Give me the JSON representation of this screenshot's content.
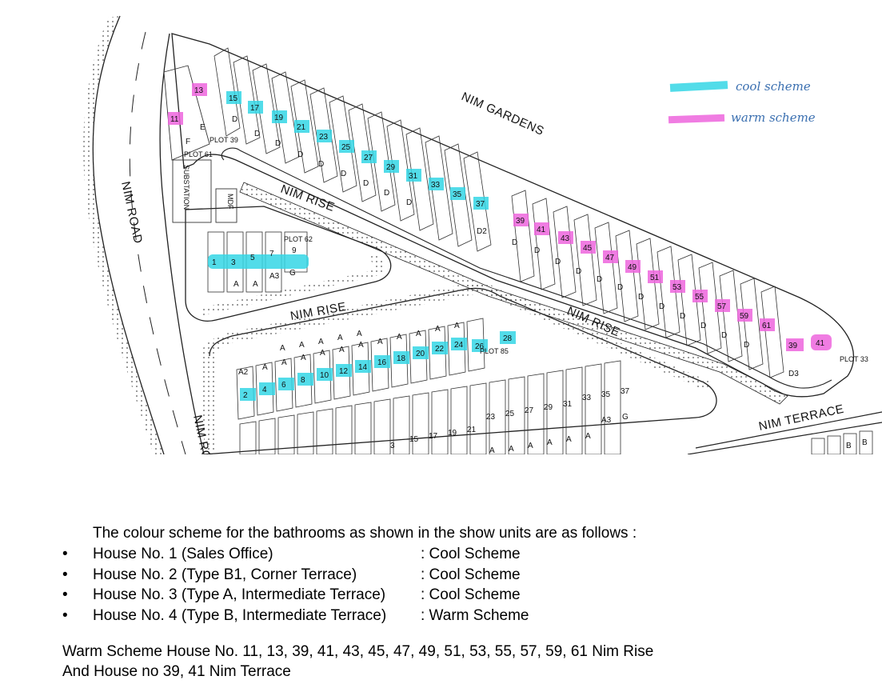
{
  "map": {
    "roads": {
      "nim_road": "NIM ROAD",
      "nim_road_cut": "NIM RO",
      "nim_gardens": "NIM GARDENS",
      "nim_rise_1": "NIM RISE",
      "nim_rise_2": "NIM RISE",
      "nim_rise_3": "NIM RISE",
      "nim_terrace": "NIM TERRACE"
    },
    "facilities": {
      "substation": "SUBSTATION",
      "mdf": "MDF"
    },
    "legend": {
      "cool_label": "cool scheme",
      "warm_label": "warm scheme",
      "cool_color": "#33d6e6",
      "warm_color": "#ee66dd"
    },
    "units": {
      "north_block_cool": [
        "15",
        "17",
        "19",
        "21",
        "23",
        "25",
        "27",
        "29",
        "31",
        "33",
        "35",
        "37"
      ],
      "north_block_warm": [
        "13",
        "11"
      ],
      "north_block_letters": [
        "E",
        "F",
        "D",
        "D",
        "D",
        "D",
        "D",
        "D",
        "D",
        "D",
        "D",
        "D2"
      ],
      "east_block_warm": [
        "39",
        "41",
        "43",
        "45",
        "47",
        "49",
        "51",
        "53",
        "55",
        "57",
        "59",
        "61",
        "39",
        "41"
      ],
      "east_block_letters": [
        "D",
        "D",
        "D",
        "D",
        "D",
        "D",
        "D",
        "D",
        "D",
        "D",
        "D",
        "D",
        "D3"
      ],
      "inner_block_cool": [
        "1",
        "3",
        "5",
        "7",
        "9"
      ],
      "inner_block_letters": [
        "A",
        "A",
        "A3",
        "G"
      ],
      "south_upper_cool": [
        "2",
        "4",
        "6",
        "8",
        "10",
        "12",
        "14",
        "16",
        "18",
        "20",
        "22",
        "24",
        "26",
        "28"
      ],
      "south_upper_letters": [
        "A2",
        "A",
        "A",
        "A",
        "A",
        "A",
        "A",
        "A",
        "A",
        "A",
        "A",
        "A",
        "A",
        "A",
        "A",
        "A",
        "A"
      ],
      "south_lower_plain": [
        "3",
        "15",
        "17",
        "19",
        "21",
        "23",
        "25",
        "27",
        "29",
        "31",
        "33",
        "35",
        "37"
      ],
      "south_lower_letters": [
        "A",
        "A",
        "A",
        "A",
        "A",
        "A",
        "A3",
        "G"
      ],
      "terrace_letters": [
        "B",
        "B"
      ],
      "plot_tags": [
        "PLOT 61",
        "PLOT 62",
        "PLOT 39",
        "PLOT 33",
        "PLOT 85"
      ]
    }
  },
  "notes": {
    "intro": "The colour scheme for the bathrooms as shown in the show units are as follows :",
    "bullet_symbol": "•",
    "items": [
      {
        "house": "House No. 1 (Sales Office)",
        "scheme": ": Cool Scheme"
      },
      {
        "house": "House No. 2 (Type B1, Corner Terrace)",
        "scheme": ": Cool Scheme"
      },
      {
        "house": "House No. 3 (Type A, Intermediate Terrace)",
        "scheme": ": Cool Scheme"
      },
      {
        "house": "House No. 4 (Type B, Intermediate Terrace)",
        "scheme": ": Warm Scheme"
      }
    ],
    "warm_list": "Warm Scheme House No. 11, 13, 39, 41, 43, 45, 47, 49, 51, 53, 55, 57, 59, 61 Nim Rise",
    "terrace_list": "And House no 39, 41 Nim Terrace"
  }
}
